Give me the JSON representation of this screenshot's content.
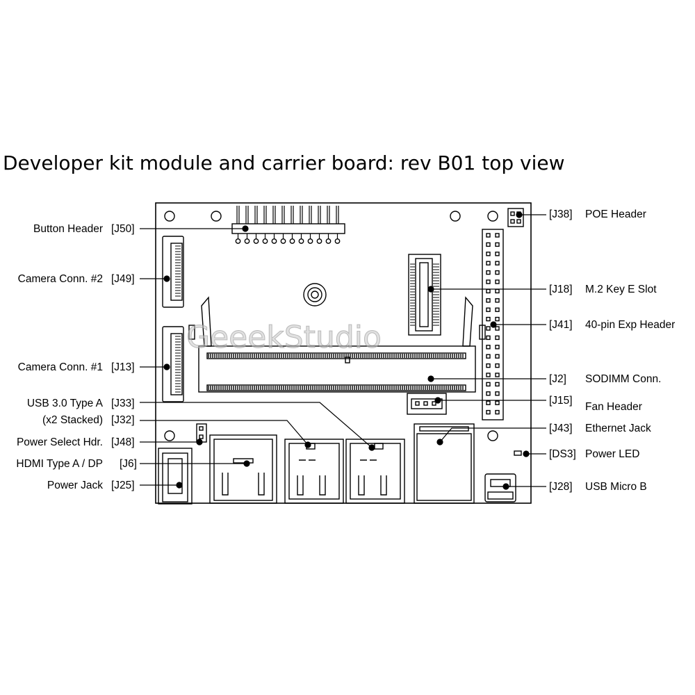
{
  "title": "Developer kit module and carrier board: rev B01 top view",
  "watermark": "GeeekStudio",
  "left_labels": [
    {
      "name": "Button Header",
      "ref": "[J50]"
    },
    {
      "name": "Camera Conn. #2",
      "ref": "[J49]"
    },
    {
      "name": "Camera Conn. #1",
      "ref": "[J13]"
    },
    {
      "name": "USB 3.0 Type A",
      "ref": "[J33]"
    },
    {
      "name": "(x2 Stacked)",
      "ref": "[J32]"
    },
    {
      "name": "Power Select Hdr.",
      "ref": "[J48]"
    },
    {
      "name": "HDMI Type A / DP",
      "ref": "[J6]"
    },
    {
      "name": "Power Jack",
      "ref": "[J25]"
    }
  ],
  "right_labels": [
    {
      "ref": "[J38]",
      "name": "POE Header"
    },
    {
      "ref": "[J18]",
      "name": "M.2 Key E Slot"
    },
    {
      "ref": "[J41]",
      "name": "40-pin Exp Header"
    },
    {
      "ref": "[J2]",
      "name": "SODIMM Conn."
    },
    {
      "ref": "[J15]",
      "name": "Fan Header"
    },
    {
      "ref": "[J43]",
      "name": "Ethernet Jack"
    },
    {
      "ref": "[DS3]",
      "name": "Power LED"
    },
    {
      "ref": "[J28]",
      "name": "USB Micro B"
    }
  ]
}
